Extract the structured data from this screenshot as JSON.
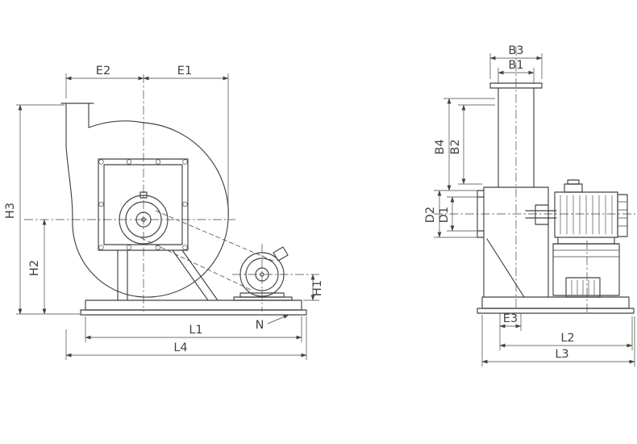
{
  "colors": {
    "line": "#3f443f",
    "bg": "#ffffff"
  },
  "views": {
    "front": {
      "dims": {
        "E2": "E2",
        "E1": "E1",
        "H3": "H3",
        "H2": "H2",
        "H1": "H1",
        "L1": "L1",
        "L4": "L4",
        "N": "N"
      }
    },
    "side": {
      "dims": {
        "B3": "B3",
        "B1": "B1",
        "B4": "B4",
        "B2": "B2",
        "D2": "D2",
        "D1": "D1",
        "E3": "E3",
        "L2": "L2",
        "L3": "L3"
      }
    }
  }
}
